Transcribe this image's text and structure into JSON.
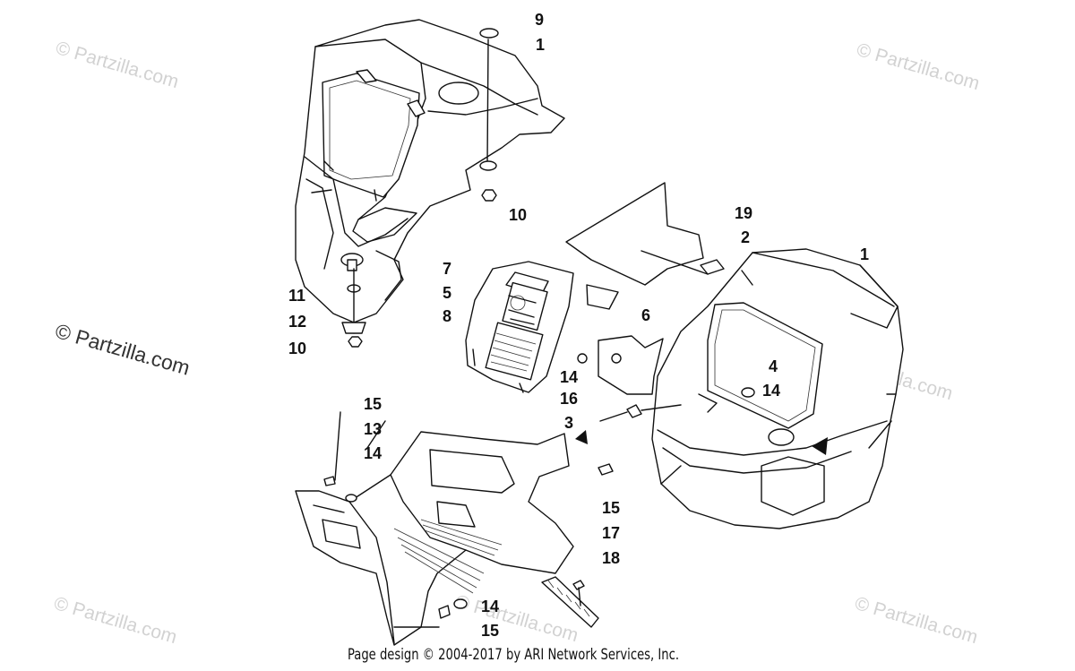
{
  "labels": {
    "l_9": "9",
    "l_1a": "1",
    "l_10a": "10",
    "l_19": "19",
    "l_2": "2",
    "l_1b": "1",
    "l_7": "7",
    "l_5": "5",
    "l_8": "8",
    "l_6": "6",
    "l_11": "11",
    "l_12": "12",
    "l_10b": "10",
    "l_14a": "14",
    "l_16": "16",
    "l_4": "4",
    "l_14b": "14",
    "l_3": "3",
    "l_15a": "15",
    "l_13": "13",
    "l_14c": "14",
    "l_15b": "15",
    "l_17": "17",
    "l_18": "18",
    "l_14d": "14",
    "l_15c": "15"
  },
  "watermarks": {
    "brand": "© Partzilla.com"
  },
  "footer": "Page design © 2004-2017 by ARI Network Services, Inc."
}
